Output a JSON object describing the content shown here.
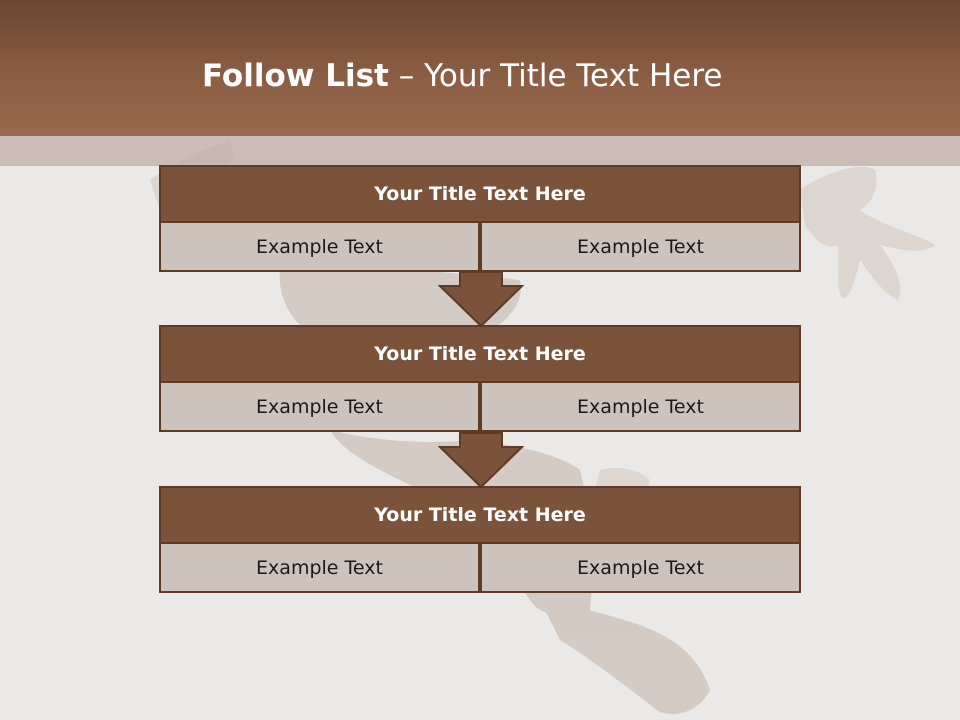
{
  "slide": {
    "title_bold": "Follow List",
    "title_rest": " – Your Title Text Here"
  },
  "blocks": [
    {
      "title": "Your Title Text Here",
      "cells": [
        "Example Text",
        "Example Text"
      ]
    },
    {
      "title": "Your Title Text Here",
      "cells": [
        "Example Text",
        "Example Text"
      ]
    },
    {
      "title": "Your Title Text Here",
      "cells": [
        "Example Text",
        "Example Text"
      ]
    }
  ],
  "colors": {
    "header": "#8b5e43",
    "block_title": "#7b523a",
    "block_cell": "#ccc3bd",
    "arrow": "#7b523a"
  }
}
